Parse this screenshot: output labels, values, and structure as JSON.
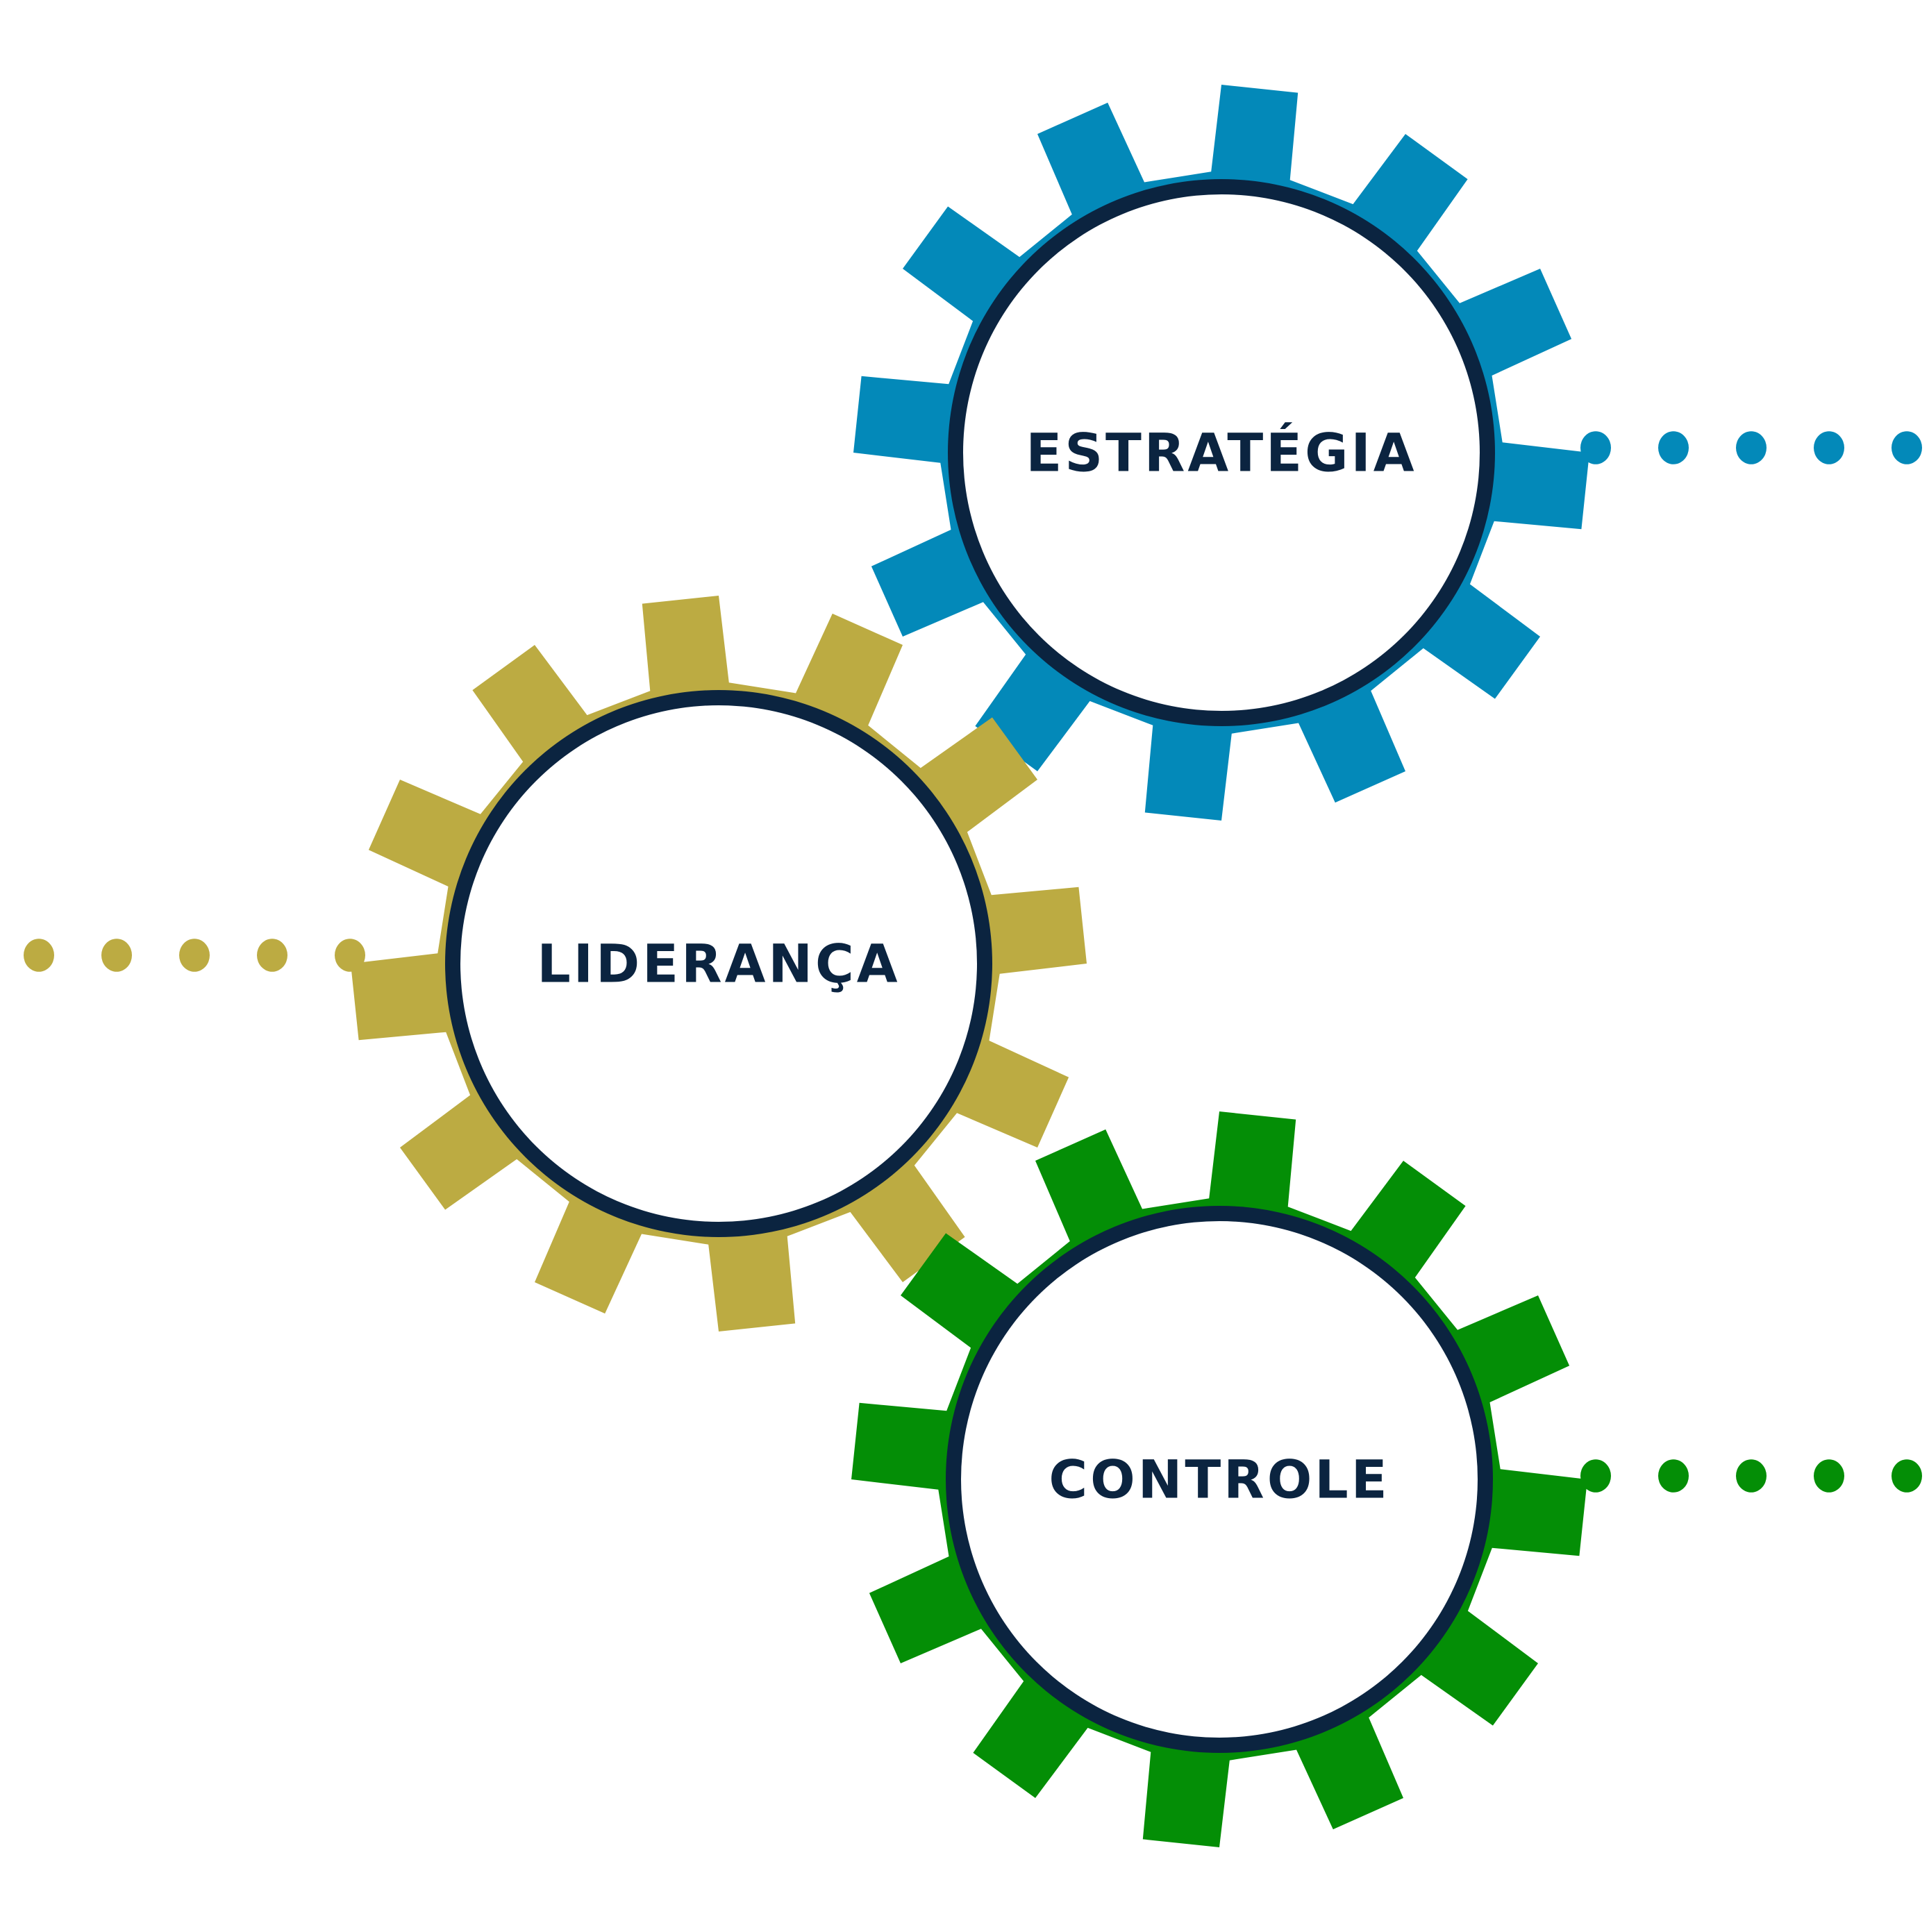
{
  "diagram": {
    "colors": {
      "outline": "#0b2440",
      "background": "#ffffff"
    },
    "gears": [
      {
        "id": "estrategia",
        "label": "ESTRATÉGIA",
        "color": "#0389b9",
        "dots": 5,
        "dots_side": "right"
      },
      {
        "id": "lideranca",
        "label": "LIDERANÇA",
        "color": "#bcab42",
        "dots": 5,
        "dots_side": "left"
      },
      {
        "id": "controle",
        "label": "CONTROLE",
        "color": "#048e06",
        "dots": 5,
        "dots_side": "right"
      }
    ]
  }
}
